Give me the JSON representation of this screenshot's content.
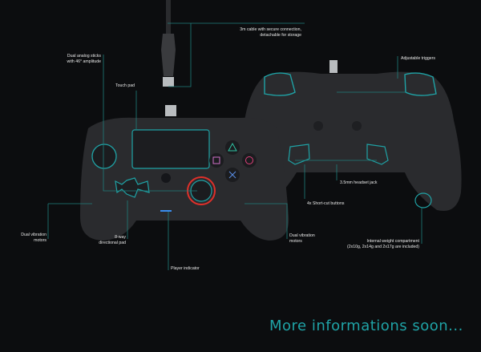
{
  "colors": {
    "background": "#0c0d0f",
    "accent_teal": "#1fa3a6",
    "leader_line": "#1f7f7c",
    "controller_body": "#2a2b2e",
    "stick_ring_red": "#e0302a",
    "triangle": "#2fc4a4",
    "circle": "#e0407a",
    "cross": "#5a8ee6",
    "square": "#d070c8",
    "player_indicator": "#3a8ef0"
  },
  "front_labels": {
    "cable": "3m cable with secure connection,\ndetachable for storage",
    "analog_sticks": "Dual analog sticks\nwith 46° amplitude",
    "touch_pad": "Touch pad",
    "vibration_left": "Dual vibration\nmotors",
    "dpad": "8-way\ndirectional pad",
    "player_indicator": "Player indicator",
    "vibration_right": "Dual vibration\nmotors"
  },
  "back_labels": {
    "triggers": "Adjustable triggers",
    "headset_jack": "3.5mm headset jack",
    "shortcut_buttons": "4x Short-cut buttons",
    "weight_compartment": "Internal weight compartment\n(2x10g, 2x14g and 2x17g are included)"
  },
  "footer": {
    "message": "More informations soon..."
  }
}
